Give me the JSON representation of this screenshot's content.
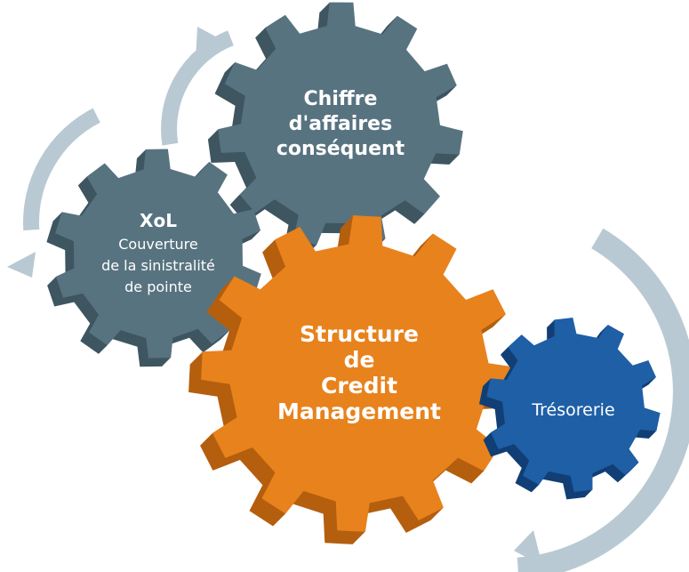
{
  "gears": {
    "chiffre": {
      "lines": [
        "Chiffre",
        "d'affaires",
        "conséquent"
      ],
      "color": "#587380",
      "side_color": "#3f5661"
    },
    "xol": {
      "title": "XoL",
      "lines": [
        "Couverture",
        "de la sinistralité",
        "de pointe"
      ],
      "color": "#587380",
      "side_color": "#3f5661"
    },
    "structure": {
      "lines": [
        "Structure",
        "de",
        "Credit",
        "Management"
      ],
      "color": "#e8821c",
      "side_color": "#b45f0f"
    },
    "tresorerie": {
      "lines": [
        "Trésorerie"
      ],
      "color": "#1e5fa6",
      "side_color": "#123f75"
    }
  },
  "arrow_color": "#b8c9d3"
}
